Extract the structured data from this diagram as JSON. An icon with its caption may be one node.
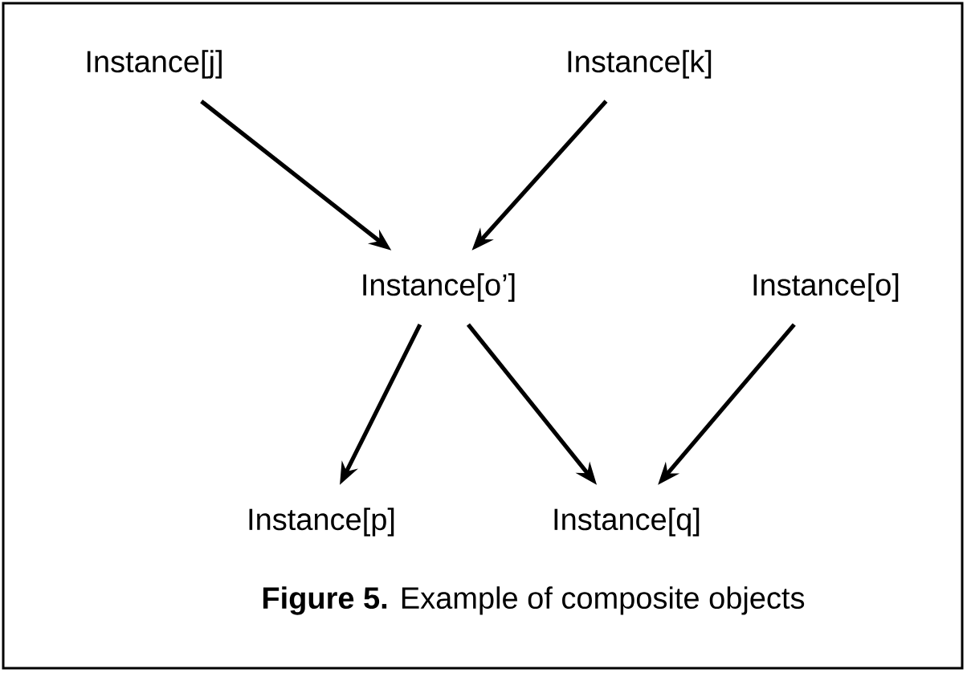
{
  "diagram": {
    "caption": "**Figure 5.** Example of composite objects",
    "nodes": [
      {
        "text": [
          "Instance[j]"
        ]
      },
      {
        "text": [
          "Instance[k]"
        ]
      },
      {
        "text": [
          "Instance[o’]"
        ]
      },
      {
        "text": [
          "Instance[o]"
        ]
      },
      {
        "text": [
          "Instance[p]"
        ]
      },
      {
        "text": [
          "Instance[q]"
        ]
      }
    ],
    "edges": [
      {
        "from": 0,
        "to": 2,
        "arrow": "to"
      },
      {
        "from": 1,
        "to": 2,
        "arrow": "to"
      },
      {
        "from": 2,
        "to": 4,
        "arrow": "to"
      },
      {
        "from": 2,
        "to": 5,
        "arrow": "to"
      },
      {
        "from": 3,
        "to": 5,
        "arrow": "to"
      }
    ]
  }
}
